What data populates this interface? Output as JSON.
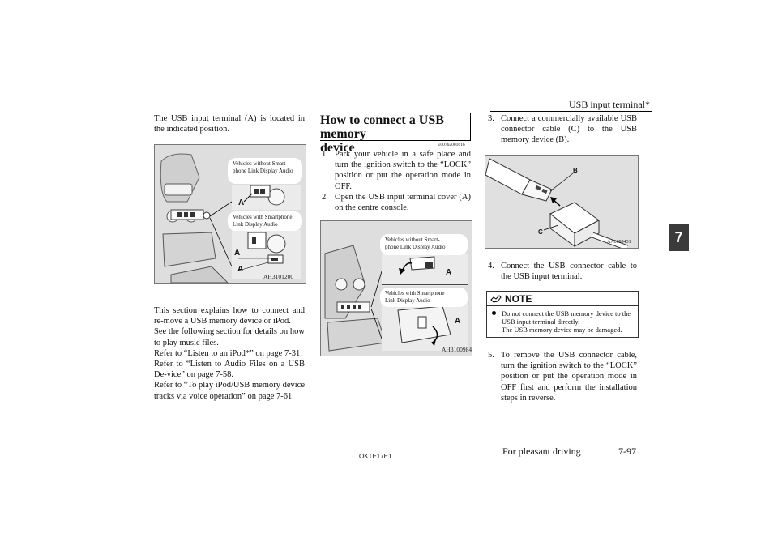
{
  "header": {
    "title": "USB input terminal*"
  },
  "chapter_tab": "7",
  "left_column": {
    "intro": "The USB input terminal (A) is located in the indicated position.",
    "figure": {
      "label_top": [
        "Vehicles without Smart-",
        "phone Link Display Audio"
      ],
      "label_bottom": [
        "Vehicles with Smartphone",
        "Link Display Audio"
      ],
      "marker": "A",
      "id": "AH3101200"
    },
    "paragraphs": [
      "This section explains how to connect and re-move a USB memory device or iPod.",
      "See the following section for details on how to play music files.",
      "Refer to “Listen to an iPod*” on page 7-31.",
      "Refer to “Listen to Audio Files on a USB De-vice” on page 7-58.",
      "Refer to “To play iPod/USB memory device tracks via voice operation” on page 7-61."
    ]
  },
  "middle_column": {
    "title_line1": "How to connect a USB memory",
    "title_line2": "device",
    "code": "E00762001616",
    "steps": [
      {
        "num": "1.",
        "text": "Park your vehicle in a safe place and turn the ignition switch to the “LOCK” position or put the operation mode in OFF."
      },
      {
        "num": "2.",
        "text": "Open the USB input terminal cover (A) on the centre console."
      }
    ],
    "figure": {
      "label_top": [
        "Vehicles without Smart-",
        "phone Link Display Audio"
      ],
      "label_bottom": [
        "Vehicles with Smartphone",
        "Link Display Audio"
      ],
      "marker": "A",
      "id": "AH3100984"
    }
  },
  "right_column": {
    "step3": {
      "num": "3.",
      "text": "Connect a commercially available USB connector cable (C) to the USB memory device (B)."
    },
    "figure": {
      "label_b": "B",
      "label_c": "C",
      "id": "AA0099431"
    },
    "step4": {
      "num": "4.",
      "text": "Connect the USB connector cable to the USB input terminal."
    },
    "note": {
      "title": "NOTE",
      "line1": "Do not connect the USB memory device to the USB input terminal directly.",
      "line2": "The USB memory device may be damaged."
    },
    "step5": {
      "num": "5.",
      "text": "To remove the USB connector cable, turn the ignition switch to the “LOCK” position or put the operation mode in OFF first and perform the installation steps in reverse."
    }
  },
  "footer": {
    "code": "OKTE17E1",
    "section": "For pleasant driving",
    "page": "7-97"
  }
}
